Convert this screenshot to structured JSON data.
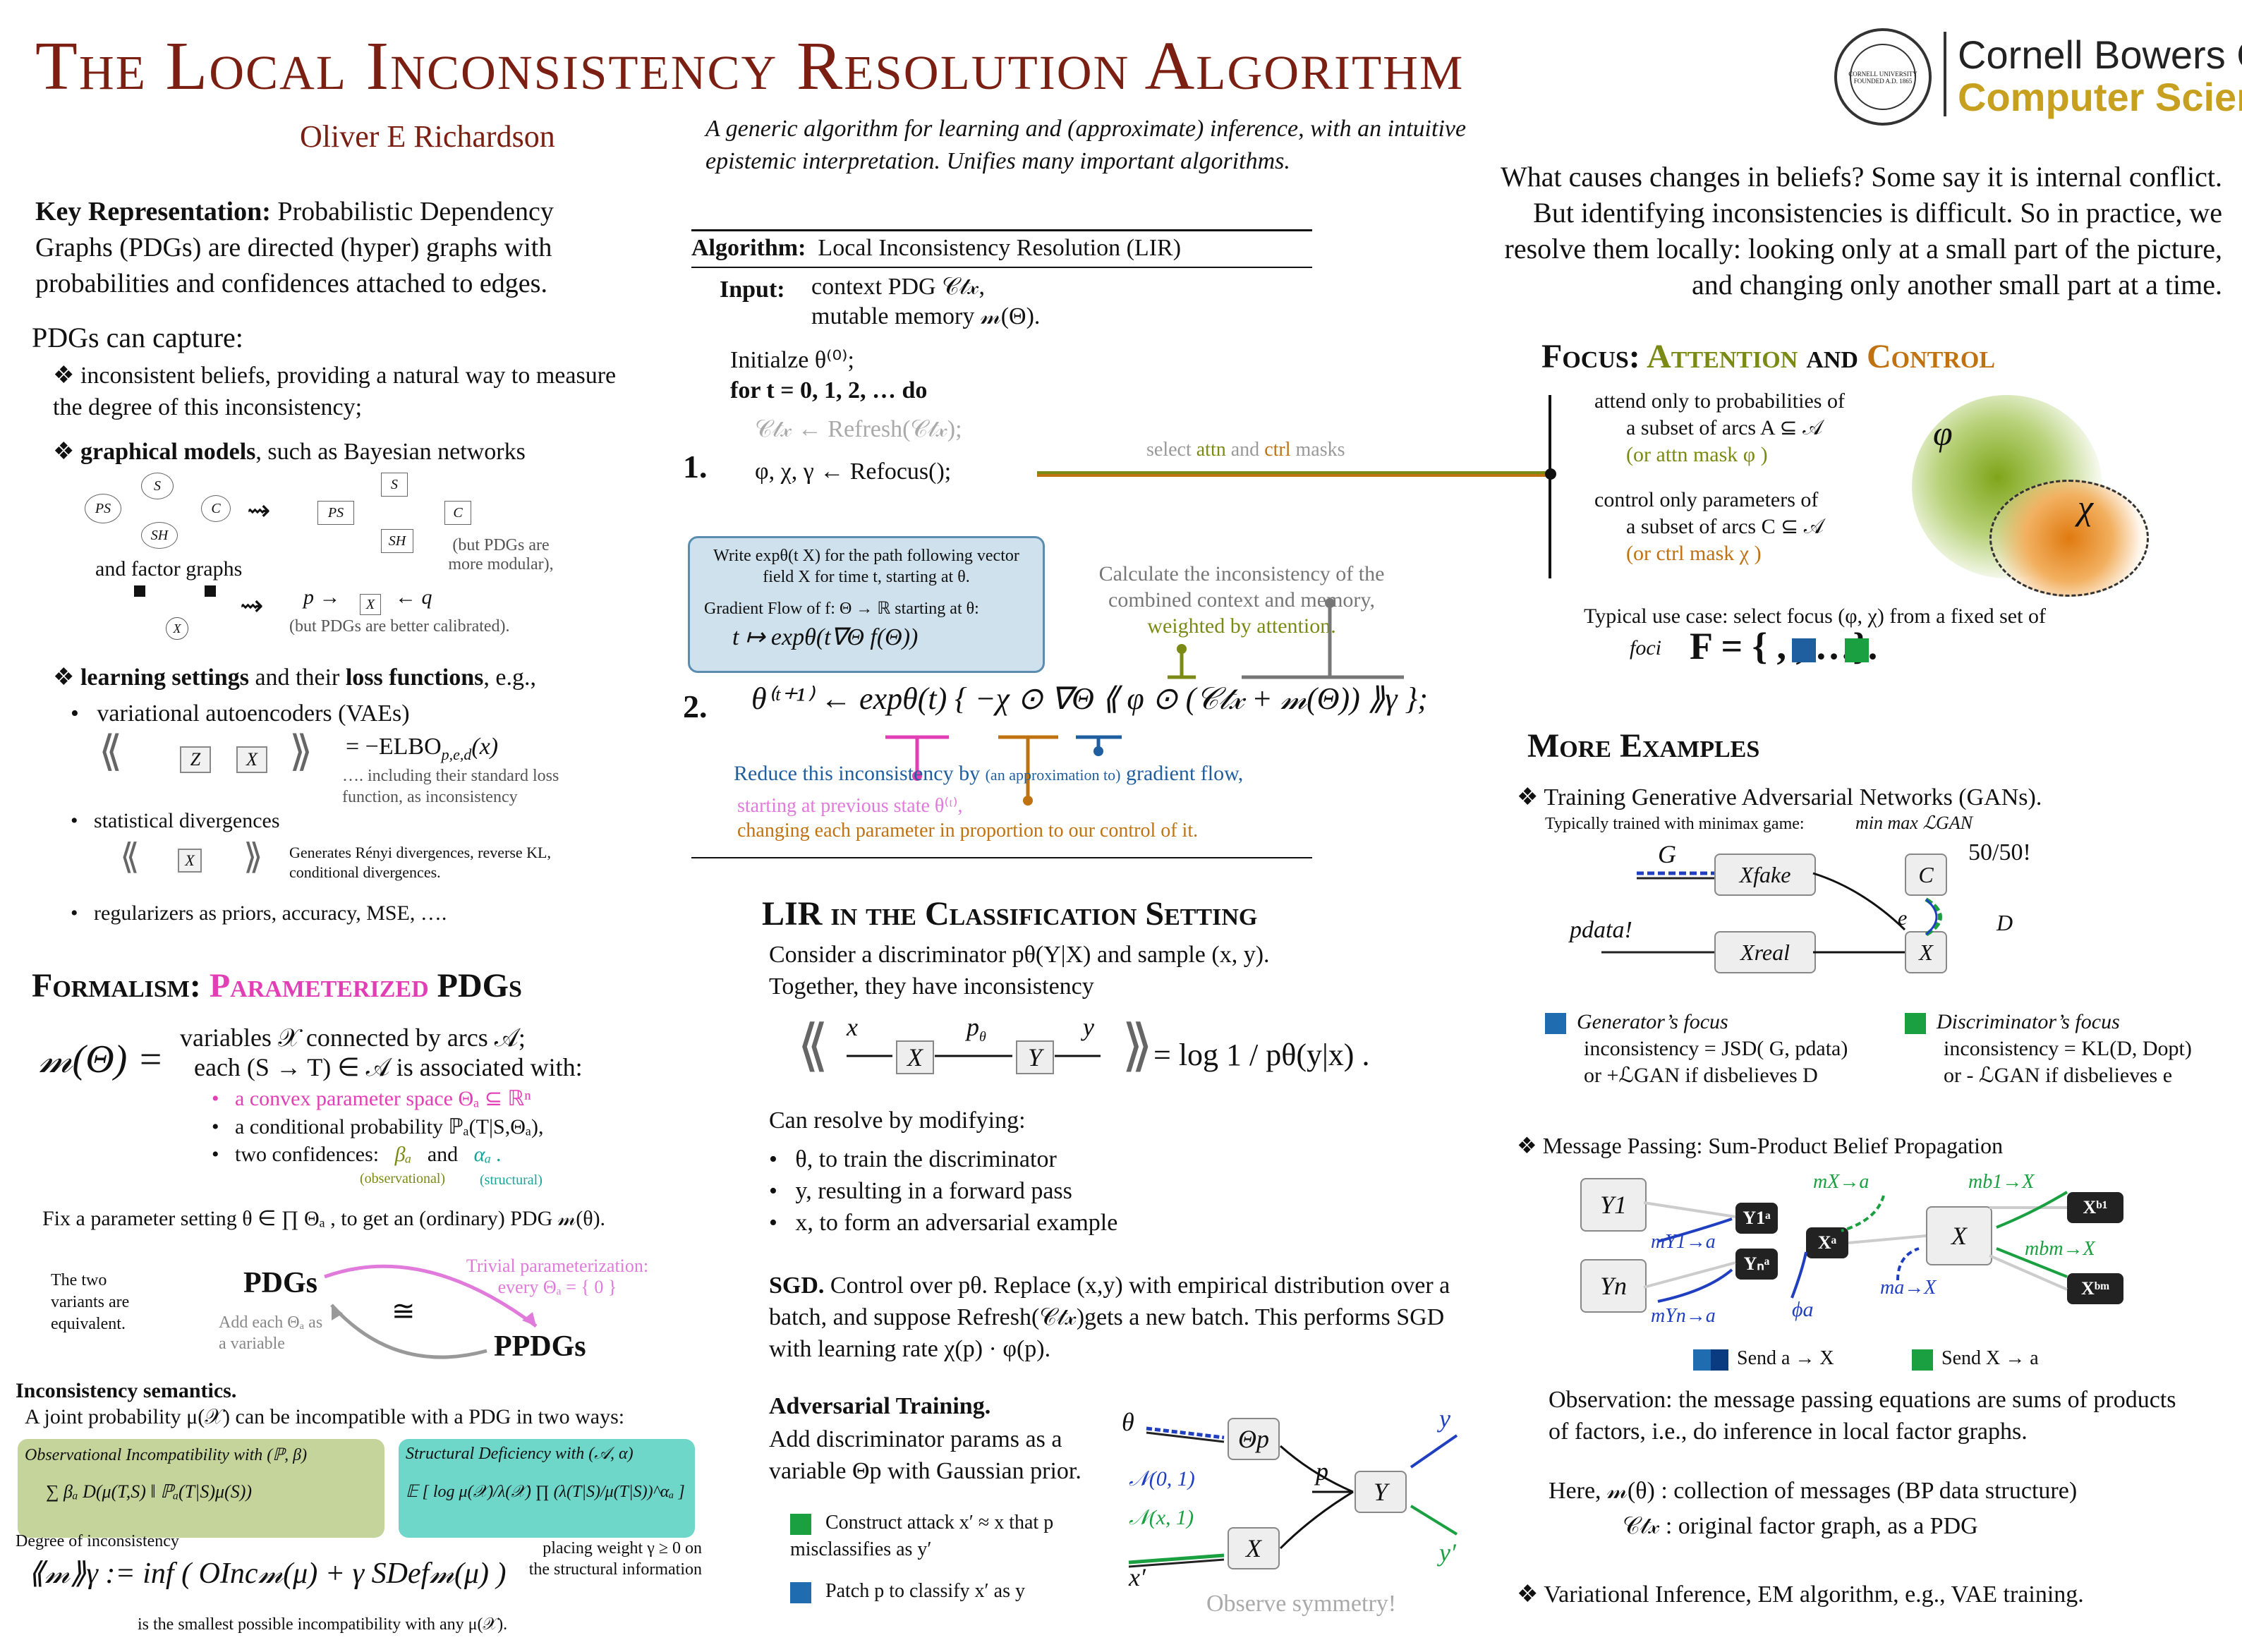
{
  "header": {
    "title": "The Local Inconsistency Resolution Algorithm",
    "author": "Oliver E Richardson",
    "tagline": "A generic algorithm for learning and (approximate) inference, with an intuitive epistemic interpretation. Unifies many important algorithms.",
    "logo_text_1": "Cornell Bowers C·IS",
    "logo_text_2": "Computer Science",
    "seal_text": "CORNELL UNIVERSITY FOUNDED A.D. 1865"
  },
  "left": {
    "key_rep_bold": "Key Representation:",
    "key_rep_text": "Probabilistic Dependency Graphs (PDGs) are directed (hyper) graphs with probabilities and confidences attached to edges.",
    "capture_heading": "PDGs can capture:",
    "bullet1": "inconsistent beliefs, providing a natural way to measure the degree of this inconsistency;",
    "bullet2_bold": "graphical models",
    "bullet2_rest": ", such as Bayesian networks",
    "bn_nodes": [
      "PS",
      "S",
      "SH",
      "C"
    ],
    "bn_note": "(but PDGs are more modular),",
    "factor_label": "and factor graphs",
    "factor_note": "(but PDGs are better calibrated).",
    "bullet3_bold1": "learning settings",
    "bullet3_mid": " and their ",
    "bullet3_bold2": "loss functions",
    "bullet3_end": ", e.g.,",
    "sub1": "variational autoencoders (VAEs)",
    "vae_eq": "= −ELBO",
    "vae_note": "…. including their standard loss function, as inconsistency",
    "sub2": "statistical divergences",
    "div_note": "Generates Rényi divergences, reverse KL, conditional divergences.",
    "sub3": "regularizers as priors, accuracy, MSE, …."
  },
  "formalism": {
    "heading_1": "Formalism:",
    "heading_2": "Parameterized",
    "heading_3": "PDGs",
    "m_lhs": "𝓂(Θ) =",
    "line1": "variables 𝒳 connected by arcs 𝒜;",
    "line2": "each (S → T) ∈ 𝒜 is associated with:",
    "item1": "a convex parameter space Θₐ ⊆ ℝⁿ",
    "item2": "a conditional probability ℙₐ(T|S,Θₐ),",
    "item3": "two confidences:",
    "beta": "βₐ",
    "and": "and",
    "alpha": "αₐ .",
    "obs_label": "(observational)",
    "struct_label": "(structural)",
    "fix_text": "Fix a parameter setting θ ∈ ∏ Θₐ , to get an (ordinary) PDG 𝓂(θ).",
    "two_variants": "The two variants are equivalent.",
    "pdgs": "PDGs",
    "ppdgs": "PPDGs",
    "cong": "≅",
    "trivial": "Trivial parameterization: every Θₐ = { 0 }",
    "add_each": "Add each Θₐ as a variable",
    "incon_heading": "Inconsistency semantics.",
    "incon_text": "A joint probability μ(𝒳) can be incompatible with a PDG in two ways:",
    "obs_box_title": "Observational Incompatibility with (ℙ, β)",
    "obs_box_formula": "∑ βₐ D(μ(T,S) ‖ ℙₐ(T|S)μ(S))",
    "struct_box_title": "Structural Deficiency with (𝒜, α)",
    "struct_box_formula": "𝔼 [ log μ(𝒳)/λ(𝒳) ∏ (λ(T|S)/μ(T|S))^αₐ ]",
    "degree_label": "Degree of inconsistency",
    "degree_formula": "⟪𝓂⟫γ := inf ( OInc𝓂(μ) + γ SDef𝓂(μ) )",
    "placing": "placing weight γ ≥ 0 on the structural information",
    "smallest": "is the smallest possible incompatibility with any μ(𝒳)."
  },
  "algorithm": {
    "header_bold": "Algorithm:",
    "header_text": "Local Inconsistency Resolution (LIR)",
    "input_bold": "Input:",
    "input_1": "context PDG 𝒞𝓉𝓍,",
    "input_2": "mutable memory 𝓂(Θ).",
    "init": "Initialze θ⁽⁰⁾;",
    "loop": "for t = 0, 1, 2, … do",
    "refresh": "𝒞𝓉𝓍 ← Refresh(𝒞𝓉𝓍);",
    "refocus": "φ, χ, γ ← Refocus();",
    "step1": "1.",
    "step2": "2.",
    "select_masks_1": "select ",
    "select_attn": "attn",
    "select_and": " and ",
    "select_ctrl": "ctrl",
    "select_masks_2": " masks",
    "write_box_1": "Write expθ(t X) for the path following vector field X for time t, starting at θ.",
    "write_box_2": "Gradient Flow of f: Θ → ℝ starting at θ:",
    "write_box_3": "t ↦ expθ(t∇Θ f(Θ))",
    "calc_1": "Calculate the inconsistency of the combined context and memory,",
    "calc_2": "weighted by attention.",
    "update": "θ⁽ᵗ⁺¹⁾ ← expθ(t) { −χ ⊙ ∇Θ ⟪ φ ⊙ (𝒞𝓉𝓍 + 𝓂(Θ)) ⟫γ };",
    "reduce_1": "Reduce this inconsistency by",
    "reduce_2": "(an approximation to)",
    "reduce_3": "gradient flow,",
    "reduce_4": "starting at previous state θ⁽ᵗ⁾,",
    "reduce_5": "changing each parameter in proportion to our control of it."
  },
  "classification": {
    "heading": "LIR in the Classification Setting",
    "p1": "Consider a discriminator pθ(Y|X) and sample (x, y).",
    "p2": "Together, they have inconsistency",
    "eq": "= log 1 / pθ(y|x) .",
    "resolve": "Can resolve by modifying:",
    "r1": "θ, to train the discriminator",
    "r2": "y, resulting in a forward pass",
    "r3": "x, to form an adversarial example",
    "sgd_bold": "SGD.",
    "sgd_text": "Control over pθ. Replace (x,y) with empirical distribution over a batch, and suppose Refresh(𝒞𝓉𝓍)gets a new batch. This performs SGD with learning rate χ(p) · φ(p).",
    "adv_bold": "Adversarial Training.",
    "adv_text": "Add discriminator params as a variable Θp with Gaussian prior.",
    "construct": "Construct attack x′ ≈ x that p misclassifies as y′",
    "patch": "Patch p to classify x′ as y",
    "observe": "Observe symmetry!",
    "adv_labels": [
      "θ",
      "Θp",
      "𝒩(0, 1)",
      "𝒩(x, 1)",
      "X",
      "x′",
      "p",
      "Y",
      "y",
      "y′"
    ]
  },
  "right": {
    "intro": "What causes changes in beliefs? Some say it is internal conflict. But identifying inconsistencies is difficult. So in practice, we resolve them locally: looking only at a small part of the picture, and changing only another small part at a time.",
    "focus_1": "Focus:",
    "focus_attn": "Attention",
    "focus_and": "and",
    "focus_ctrl": "Control",
    "attend_1": "attend only to probabilities of",
    "attend_2": "a subset of arcs A ⊆ 𝒜",
    "attend_3": "(or attn mask φ )",
    "control_1": "control only parameters of",
    "control_2": "a subset of arcs C ⊆ 𝒜",
    "control_3": "(or ctrl mask χ )",
    "phi": "φ",
    "chi": "χ",
    "typical": "Typical use case: select focus (φ, χ) from a fixed set of",
    "foci": "foci",
    "foci_set": "F = {   ,   , …}.",
    "more_heading": "More Examples",
    "gan_title": "Training Generative Adversarial Networks (GANs).",
    "gan_sub": "Typically trained with minimax game:",
    "gan_minimax": "min max ℒGAN",
    "gan_labels": [
      "G",
      "Xfake",
      "C",
      "50/50!",
      "pdata!",
      "Xreal",
      "X",
      "D",
      "e"
    ],
    "gen_focus": "Generator’s focus",
    "gen_1": "inconsistency = JSD( G, pdata)",
    "gen_2": "or +ℒGAN if disbelieves D",
    "disc_focus": "Discriminator’s focus",
    "disc_1": "inconsistency = KL(D, Dopt)",
    "disc_2": "or - ℒGAN if disbelieves e",
    "mp_title": "Message Passing: Sum-Product Belief Propagation",
    "mp_nodes": [
      "Y1",
      "Yn",
      "Y1ᵃ",
      "Yₙᵃ",
      "Xᵃ",
      "X",
      "Xᵇ¹",
      "Xᵇᵐ"
    ],
    "mp_labels": [
      "mX→a",
      "mY1→a",
      "mYn→a",
      "ϕa",
      "ma→X",
      "mb1→X",
      "mbm→X"
    ],
    "send_1": "Send a → X",
    "send_2": "Send X → a",
    "obs_text": "Observation: the message passing equations are sums of products of factors, i.e., do inference in local factor graphs.",
    "here_1": "Here, 𝓂(θ) : collection of messages (BP data structure)",
    "here_2": "𝒞𝓉𝓍 : original factor graph, as a PDG",
    "vi": "Variational Inference, EM algorithm, e.g., VAE training."
  },
  "colors": {
    "title": "#7a1f12",
    "magenta": "#e23fb6",
    "olive": "#7a8a15",
    "orange": "#c07210",
    "teal": "#1aa39a",
    "blue": "#1f5fa0",
    "green": "#1aa040"
  }
}
